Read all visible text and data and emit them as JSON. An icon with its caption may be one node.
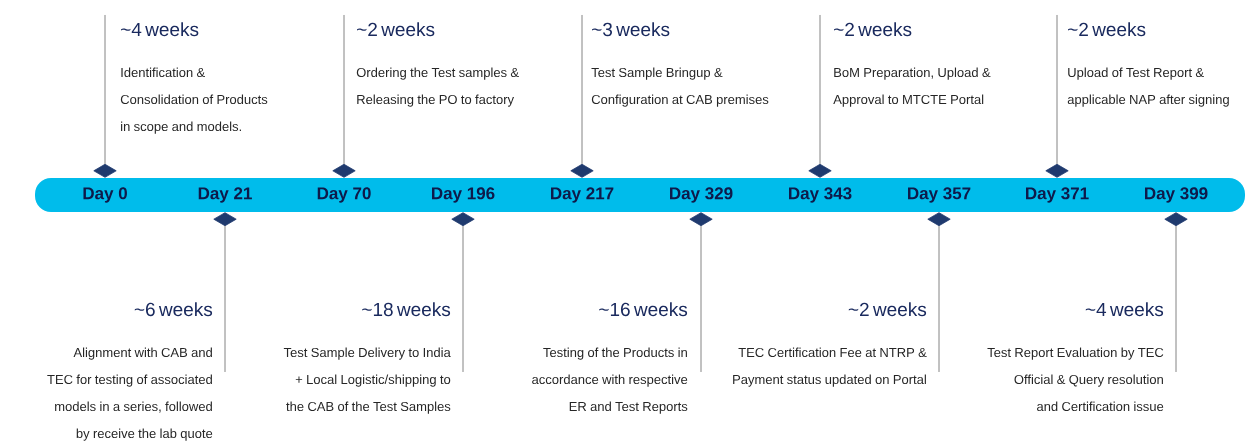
{
  "diagram": {
    "nodes": [
      {
        "text": [],
        "shape": "bar"
      },
      {
        "text": [
          "Day 0"
        ],
        "in": 0
      },
      {
        "text": [
          "Day 21"
        ],
        "in": 0
      },
      {
        "text": [
          "Day 70"
        ],
        "in": 0
      },
      {
        "text": [
          "Day 196"
        ],
        "in": 0
      },
      {
        "text": [
          "Day 217"
        ],
        "in": 0
      },
      {
        "text": [
          "Day 329"
        ],
        "in": 0
      },
      {
        "text": [
          "Day 343"
        ],
        "in": 0
      },
      {
        "text": [
          "Day 357"
        ],
        "in": 0
      },
      {
        "text": [
          "Day 371"
        ],
        "in": 0
      },
      {
        "text": [
          "Day 399"
        ],
        "in": 0
      },
      {
        "text": [
          "~4 weeks",
          "Identification & Consolidation of Products in scope and models."
        ]
      },
      {
        "text": [
          "~2 weeks",
          "Ordering the Test samples & Releasing the PO to factory"
        ]
      },
      {
        "text": [
          "~3 weeks",
          "Test Sample Bringup & Configuration at CAB premises"
        ]
      },
      {
        "text": [
          "~2 weeks",
          "BoM Preparation, Upload & Approval to MTCTE Portal"
        ]
      },
      {
        "text": [
          "~2 weeks",
          "Upload of Test Report & applicable NAP after signing"
        ]
      },
      {
        "text": [
          "~6 weeks",
          "Alignment with CAB and TEC for testing of associated models in a series, followed by receive the lab quote"
        ]
      },
      {
        "text": [
          "~18 weeks",
          "Test Sample Delivery to India + Local Logistic/shipping to the CAB of the Test Samples"
        ]
      },
      {
        "text": [
          "~16 weeks",
          "Testing of the Products in accordance with respective ER and Test Reports"
        ]
      },
      {
        "text": [
          "~2 weeks",
          "TEC Certification Fee at NTRP & Payment status updated on Portal"
        ]
      },
      {
        "text": [
          "~4 weeks",
          "Test Report Evaluation by TEC Official & Query resolution and Certification issue"
        ]
      }
    ],
    "edges": [
      {
        "from": 11,
        "to": 1,
        "arrow": "other"
      },
      {
        "from": 12,
        "to": 3,
        "arrow": "other"
      },
      {
        "from": 13,
        "to": 5,
        "arrow": "other"
      },
      {
        "from": 14,
        "to": 7,
        "arrow": "other"
      },
      {
        "from": 15,
        "to": 9,
        "arrow": "other"
      },
      {
        "from": 16,
        "to": 2,
        "arrow": "other"
      },
      {
        "from": 17,
        "to": 4,
        "arrow": "other"
      },
      {
        "from": 18,
        "to": 6,
        "arrow": "other"
      },
      {
        "from": 19,
        "to": 8,
        "arrow": "other"
      },
      {
        "from": 20,
        "to": 10,
        "arrow": "other"
      }
    ]
  }
}
